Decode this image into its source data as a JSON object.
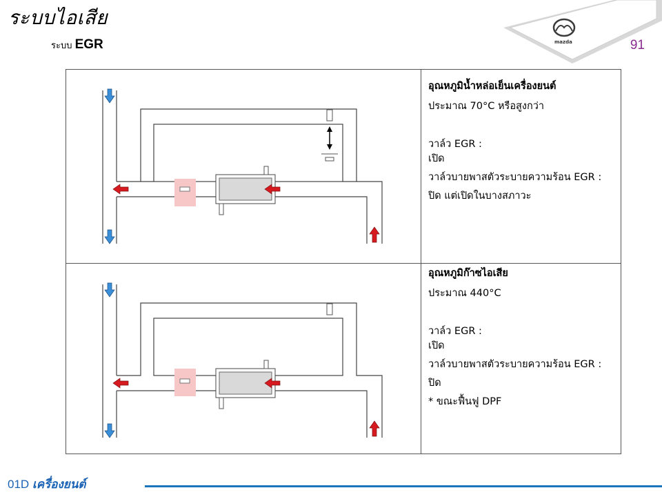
{
  "header": {
    "title": "ระบบไอเสีย",
    "subtitle_prefix": "ระบบ",
    "subtitle_main": "EGR",
    "page_number": "91",
    "logo_text": "mazda"
  },
  "row1": {
    "heading": "อุณหภูมิน้ำหล่อเย็นเครื่องยนต์",
    "temp": "ประมาณ 70°C  หรือสูงกว่า",
    "valve_label": "วาล์ว EGR :",
    "valve_state": "เปิด",
    "bypass_label": "วาล์วบายพาสตัวระบายความร้อน EGR :",
    "bypass_state": "ปิด แต่เปิดในบางสภาวะ"
  },
  "row2": {
    "heading": "อุณหภูมิก๊าซไอเสีย",
    "temp": "ประมาณ 440°C",
    "valve_label": "วาล์ว EGR :",
    "valve_state": "เปิด",
    "bypass_label": "วาล์วบายพาสตัวระบายความร้อน EGR :",
    "bypass_state": "ปิด",
    "note": " * ขณะฟื้นฟู DPF"
  },
  "footer": {
    "code": "01D",
    "name": "เครื่องยนต์"
  },
  "colors": {
    "accent_purple": "#8a2c8f",
    "footer_blue": "#1b63b5",
    "arrow_red": "#d71920",
    "arrow_blue": "#3a8fd8",
    "highlight_pink": "#f7c7c7"
  }
}
